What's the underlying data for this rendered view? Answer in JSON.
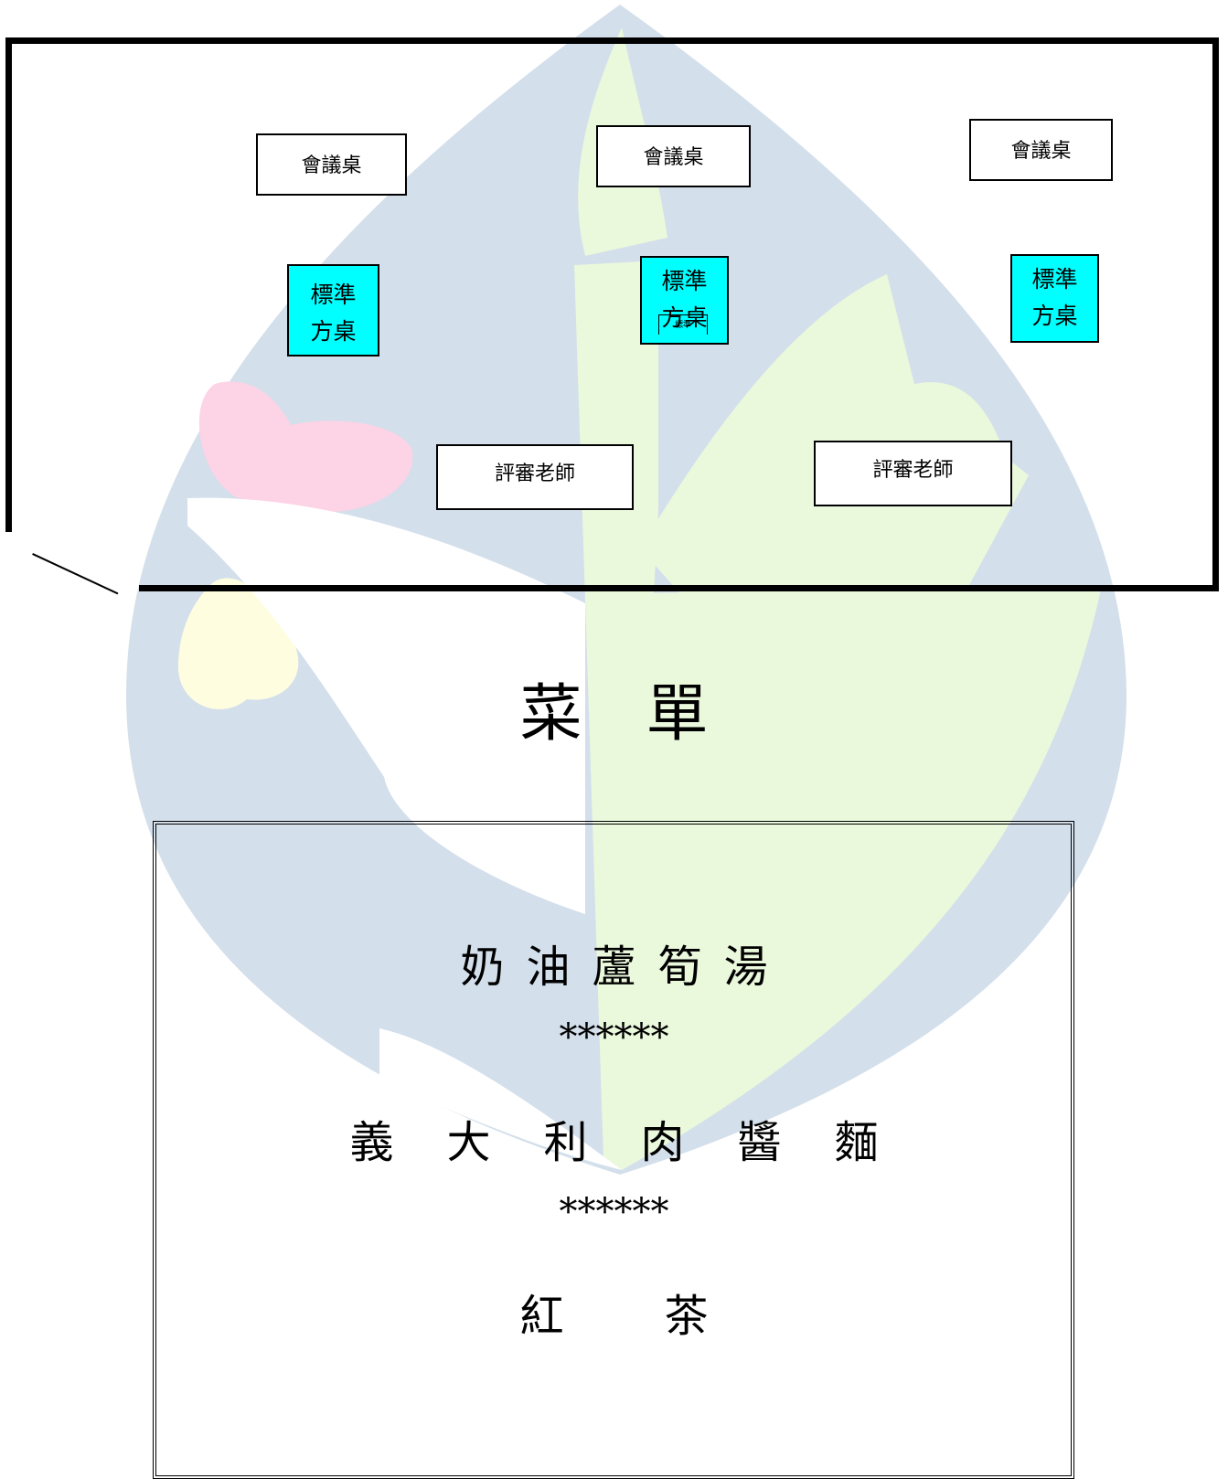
{
  "floor_plan": {
    "conference_tables": [
      {
        "label": "會議桌"
      },
      {
        "label": "會議桌"
      },
      {
        "label": "會議桌"
      }
    ],
    "square_tables": [
      {
        "line1": "標準",
        "line2": "方桌"
      },
      {
        "line1": "標準",
        "line2": "方桌",
        "overlap_label": "標準"
      },
      {
        "line1": "標準",
        "line2": "方桌"
      }
    ],
    "judge_tables": [
      {
        "label": "評審老師"
      },
      {
        "label": "評審老師"
      }
    ]
  },
  "menu": {
    "title": "菜單",
    "dishes": [
      "奶油蘆筍湯",
      "義大利肉醬麵",
      "紅茶"
    ],
    "separator": "******"
  },
  "colors": {
    "square_table_fill": "#00ffff",
    "watermark_blue": "#d3dfeb",
    "watermark_green": "#eaf8dc",
    "watermark_pink": "#fdd3e6",
    "watermark_yellow": "#fffde0"
  }
}
